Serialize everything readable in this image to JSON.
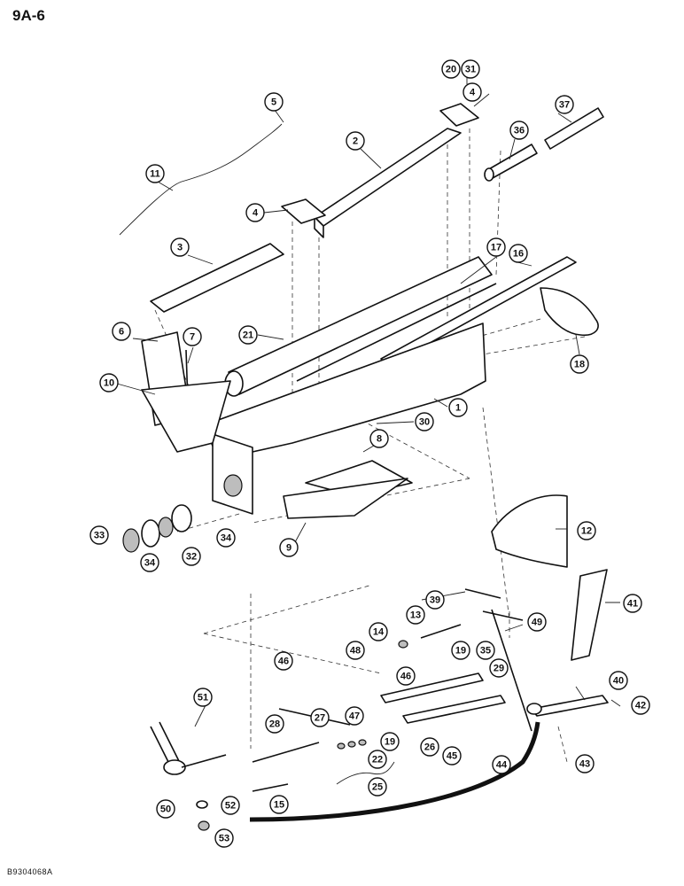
{
  "page_code": "9A-6",
  "figure_code": "B9304068A",
  "callouts": [
    {
      "label": "20"
    },
    {
      "label": "31"
    },
    {
      "label": "4"
    },
    {
      "label": "37"
    },
    {
      "label": "5"
    },
    {
      "label": "36"
    },
    {
      "label": "2"
    },
    {
      "label": "11"
    },
    {
      "label": "4"
    },
    {
      "label": "3"
    },
    {
      "label": "17"
    },
    {
      "label": "16"
    },
    {
      "label": "6"
    },
    {
      "label": "7"
    },
    {
      "label": "21"
    },
    {
      "label": "10"
    },
    {
      "label": "18"
    },
    {
      "label": "1"
    },
    {
      "label": "30"
    },
    {
      "label": "8"
    },
    {
      "label": "33"
    },
    {
      "label": "34"
    },
    {
      "label": "32"
    },
    {
      "label": "34"
    },
    {
      "label": "9"
    },
    {
      "label": "12"
    },
    {
      "label": "39"
    },
    {
      "label": "41"
    },
    {
      "label": "13"
    },
    {
      "label": "14"
    },
    {
      "label": "49"
    },
    {
      "label": "48"
    },
    {
      "label": "19"
    },
    {
      "label": "35"
    },
    {
      "label": "46"
    },
    {
      "label": "29"
    },
    {
      "label": "46"
    },
    {
      "label": "40"
    },
    {
      "label": "42"
    },
    {
      "label": "51"
    },
    {
      "label": "27"
    },
    {
      "label": "47"
    },
    {
      "label": "28"
    },
    {
      "label": "26"
    },
    {
      "label": "19"
    },
    {
      "label": "45"
    },
    {
      "label": "22"
    },
    {
      "label": "44"
    },
    {
      "label": "43"
    },
    {
      "label": "25"
    },
    {
      "label": "15"
    },
    {
      "label": "50"
    },
    {
      "label": "52"
    },
    {
      "label": "53"
    }
  ]
}
